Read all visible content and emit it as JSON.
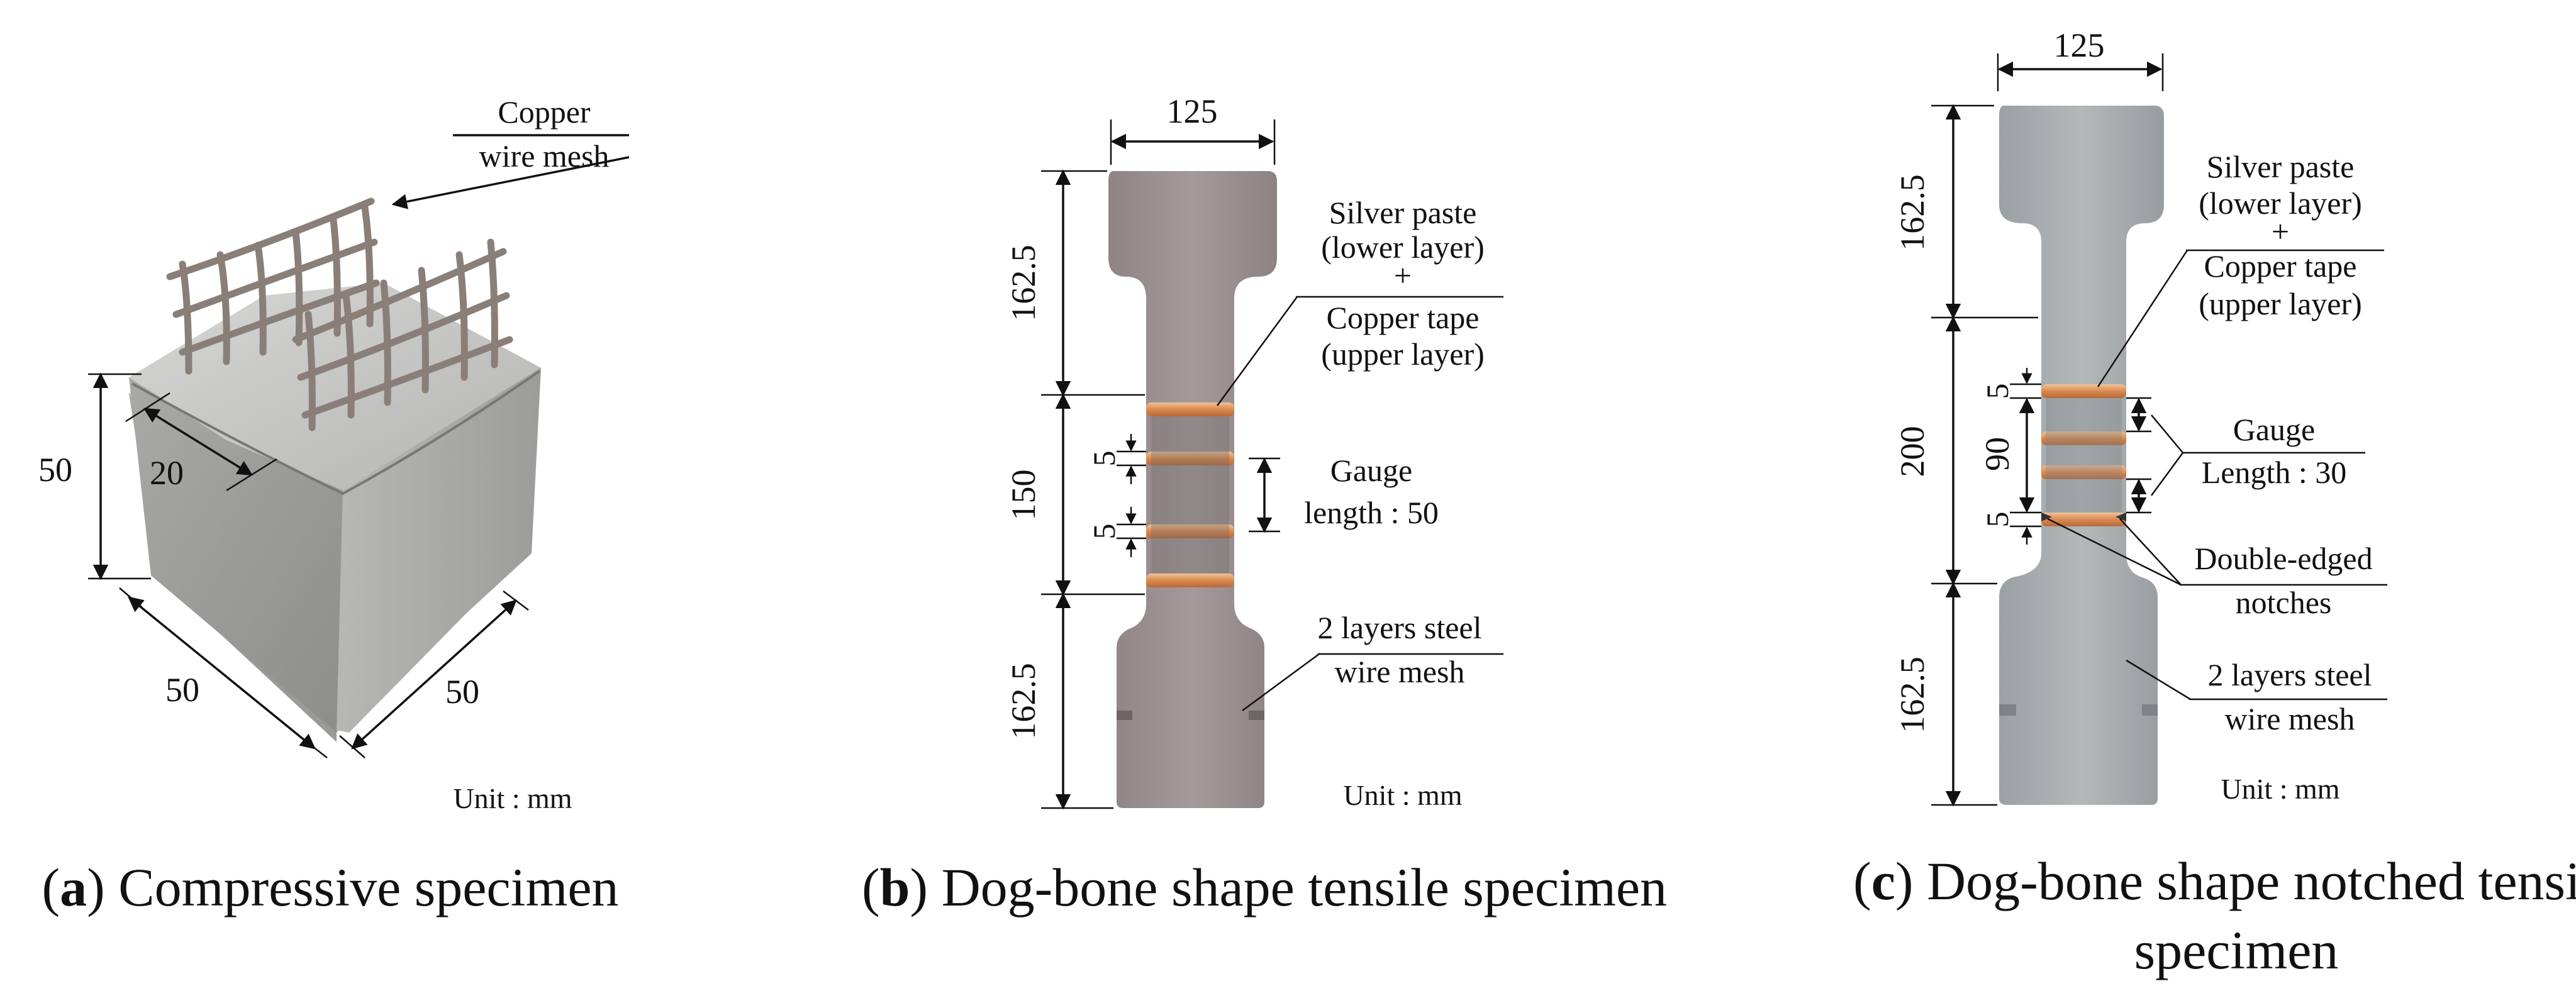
{
  "panel_a": {
    "caption_letter": "a",
    "caption_text": " Compressive specimen",
    "label_line1": "Copper",
    "label_line2": "wire mesh",
    "dim_height": "50",
    "dim_embed": "20",
    "dim_left": "50",
    "dim_right": "50",
    "unit": "Unit : mm"
  },
  "panel_b": {
    "caption_letter": "b",
    "caption_text": " Dog-bone shape tensile specimen",
    "dim_width": "125",
    "dim_top": "162.5",
    "dim_mid": "150",
    "dim_bot": "162.5",
    "dim_5a": "5",
    "dim_5b": "5",
    "silver_1": "Silver paste",
    "silver_2": "(lower layer)",
    "plus": "+",
    "copper_1": "Copper tape",
    "copper_2": "(upper layer)",
    "gauge_1": "Gauge",
    "gauge_2": "length : 50",
    "mesh_1": "2 layers steel",
    "mesh_2": "wire mesh",
    "unit": "Unit : mm"
  },
  "panel_c": {
    "caption_letter": "c",
    "caption_text_line1": " Dog-bone shape notched tensile",
    "caption_text_line2": "specimen",
    "dim_width": "125",
    "dim_top": "162.5",
    "dim_mid": "200",
    "dim_bot": "162.5",
    "dim_90": "90",
    "dim_5a": "5",
    "dim_5b": "5",
    "silver_1": "Silver paste",
    "silver_2": "(lower layer)",
    "plus": "+",
    "copper_1": "Copper tape",
    "copper_2": "(upper layer)",
    "gauge_1": "Gauge",
    "gauge_2": "Length : 30",
    "notch_1": "Double-edged",
    "notch_2": "notches",
    "mesh_1": "2 layers steel",
    "mesh_2": "wire mesh",
    "unit": "Unit : mm"
  },
  "colors": {
    "concrete_light": "#c9c9c9",
    "concrete_dark": "#8e8e8e",
    "specimen_b": "#9a8f90",
    "specimen_c": "#a9aeb0",
    "copper": "#d9905a",
    "wire": "#8a7f78"
  }
}
